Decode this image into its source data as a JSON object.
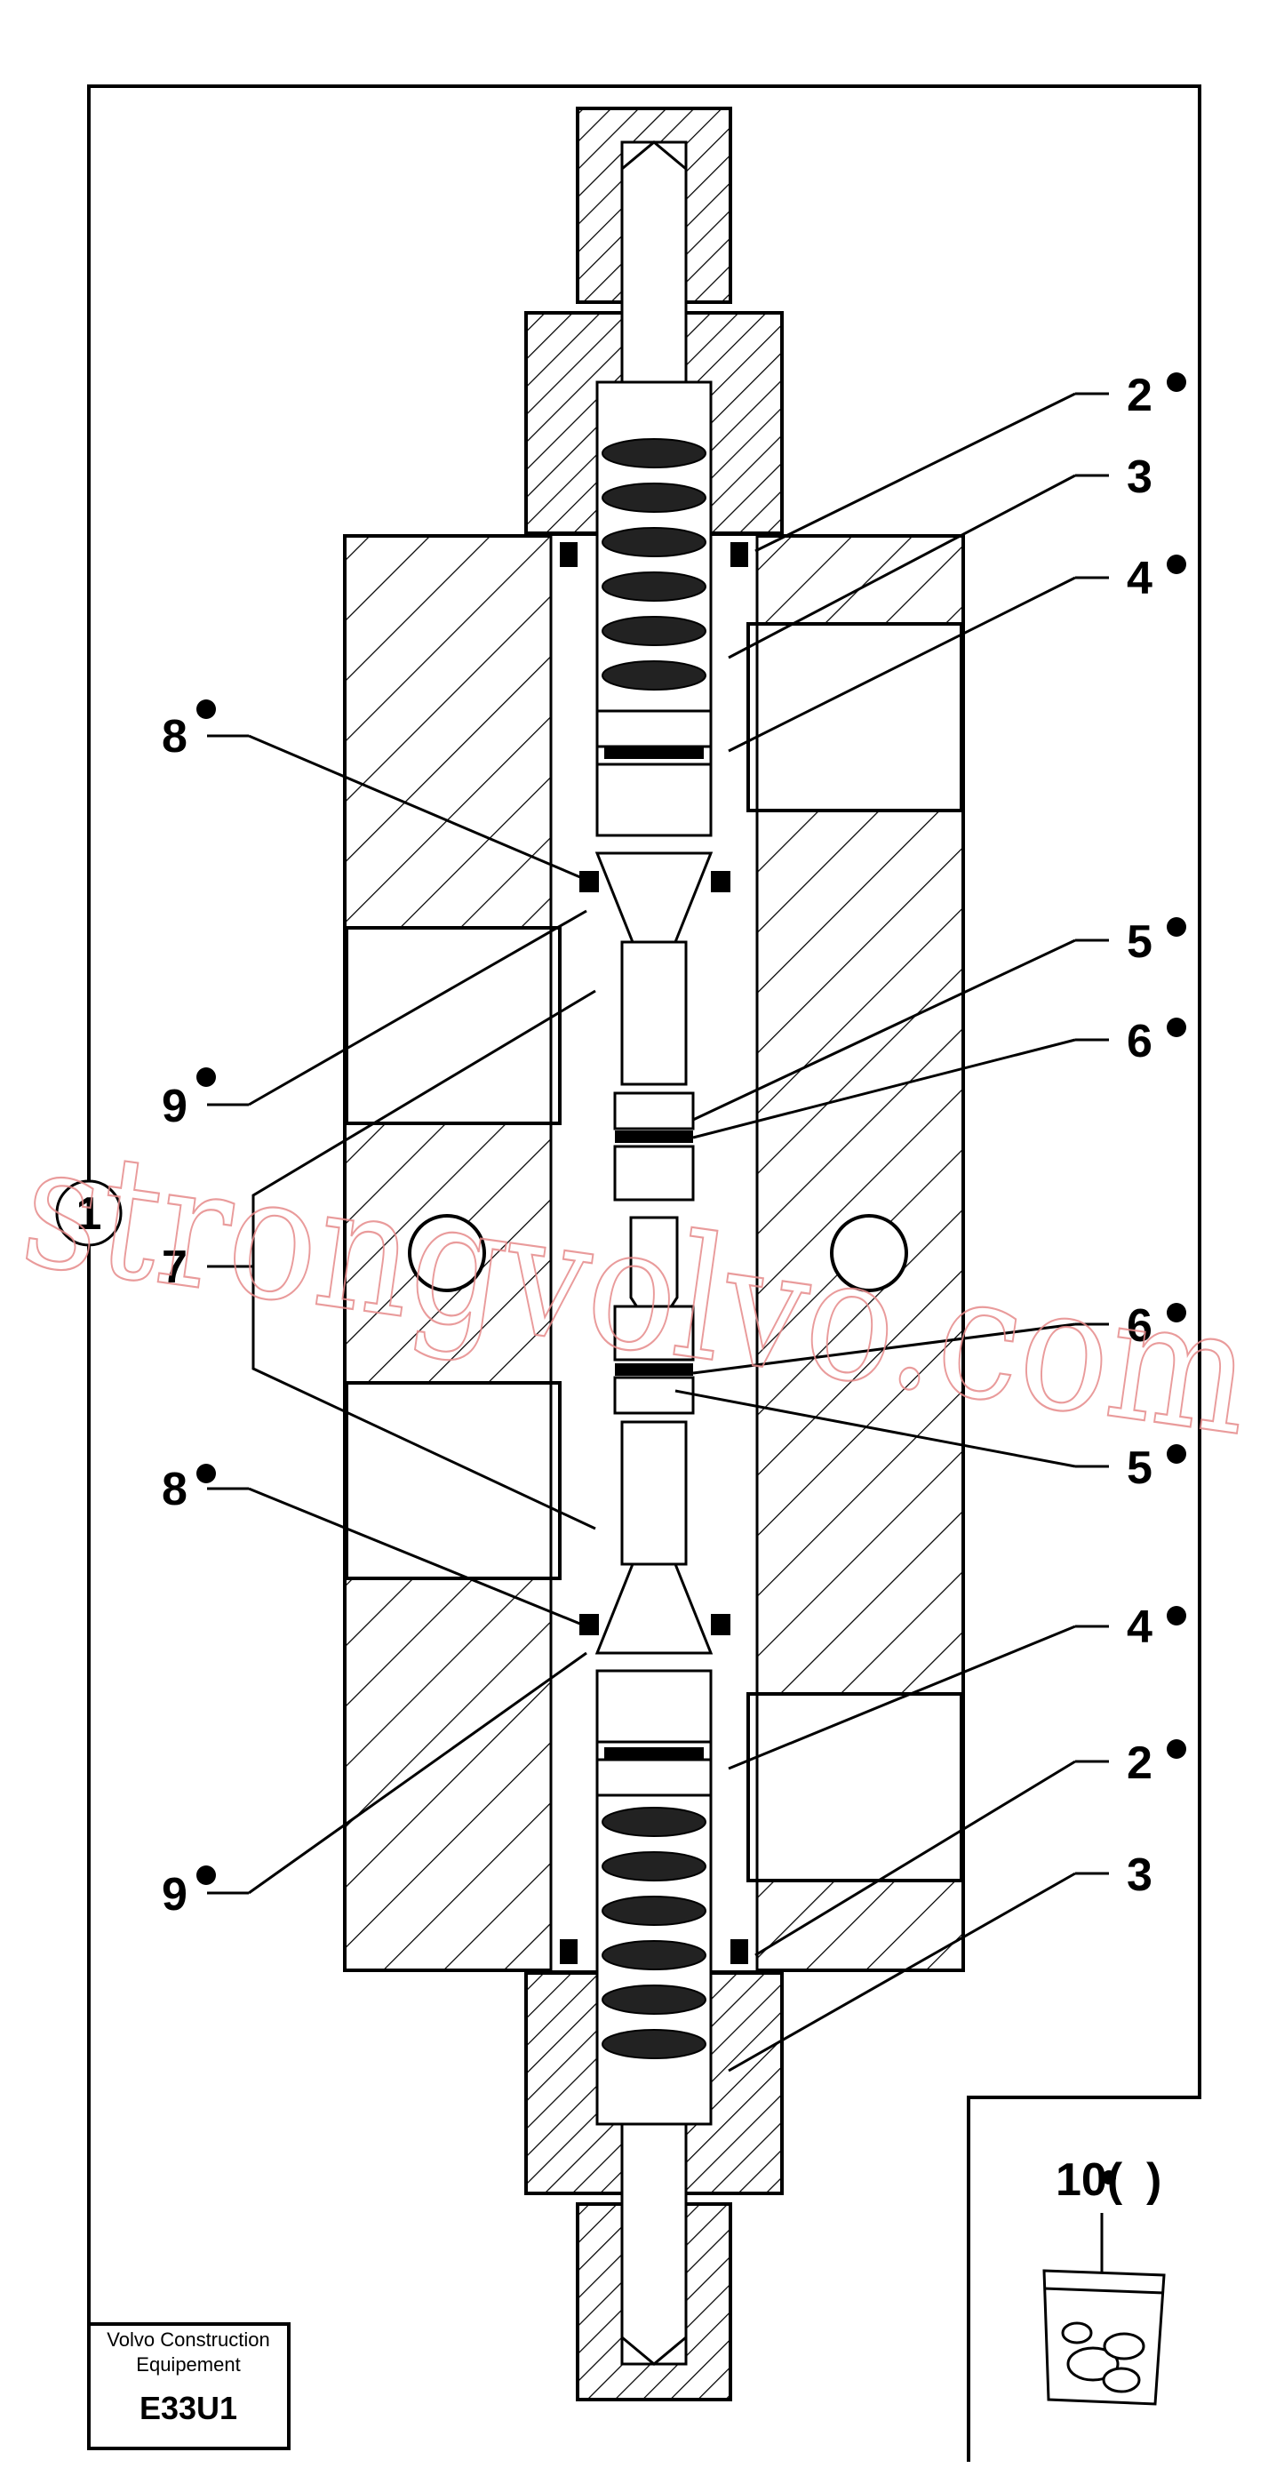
{
  "watermark": "strongvolvo.com",
  "callouts": {
    "c1": "1",
    "c2a": "2",
    "c2b": "2",
    "c3a": "3",
    "c3b": "3",
    "c4a": "4",
    "c4b": "4",
    "c5a": "5",
    "c5b": "5",
    "c6a": "6",
    "c6b": "6",
    "c7": "7",
    "c8a": "8",
    "c8b": "8",
    "c9a": "9",
    "c9b": "9",
    "c10": "10(",
    "c10_close": ")"
  },
  "reference_box": {
    "line1": "Volvo Construction",
    "line2": "Equipement",
    "code": "E33U1"
  },
  "colors": {
    "ink": "#000000",
    "watermark": "#e68a8a",
    "paper": "#ffffff"
  }
}
